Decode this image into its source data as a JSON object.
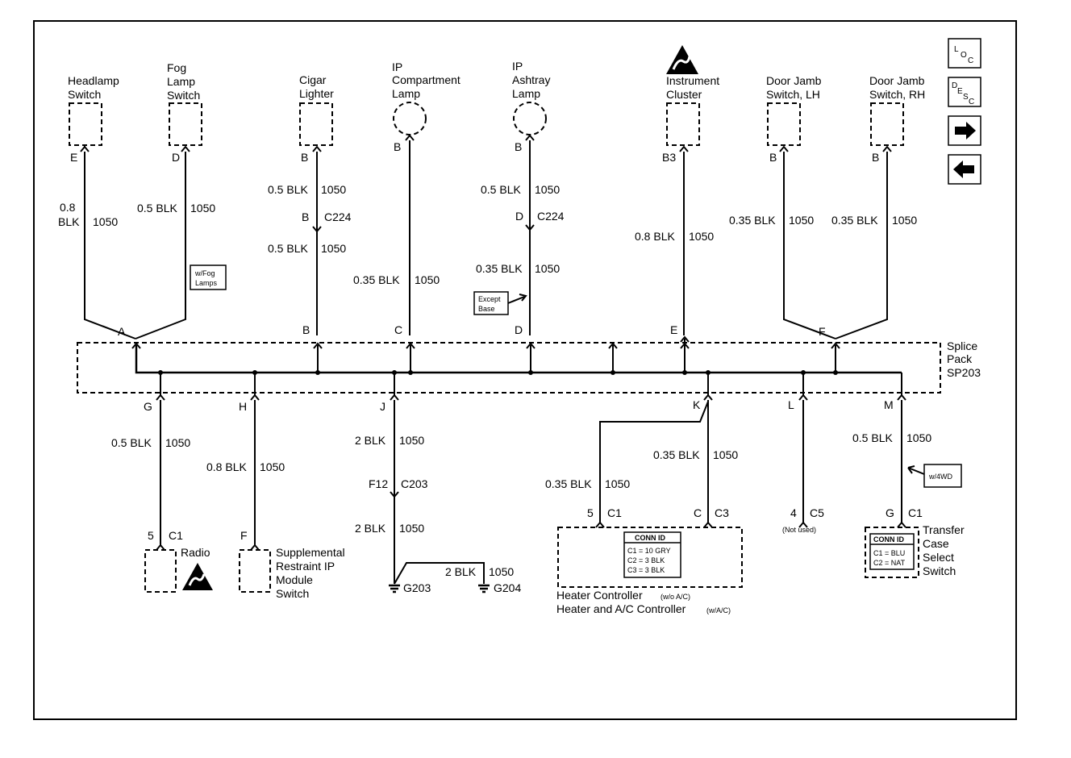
{
  "nav": {
    "loc": [
      "L",
      "O",
      "C"
    ],
    "desc": [
      "D",
      "E",
      "S",
      "C"
    ]
  },
  "components": {
    "headlamp": [
      "Headlamp",
      "Switch"
    ],
    "fog": [
      "Fog",
      "Lamp",
      "Switch"
    ],
    "cigar": [
      "Cigar",
      "Lighter"
    ],
    "ip_comp": [
      "IP",
      "Compartment",
      "Lamp"
    ],
    "ip_ash": [
      "IP",
      "Ashtray",
      "Lamp"
    ],
    "cluster": [
      "Instrument",
      "Cluster"
    ],
    "dj_lh": [
      "Door Jamb",
      "Switch, LH"
    ],
    "dj_rh": [
      "Door Jamb",
      "Switch, RH"
    ],
    "splice": [
      "Splice",
      "Pack",
      "SP203"
    ],
    "radio": "Radio",
    "srs": [
      "Supplemental",
      "Restraint IP",
      "Module",
      "Switch"
    ],
    "heater": "Heater Controller",
    "heater_note": "(w/o A/C)",
    "heater_ac": "Heater and A/C Controller",
    "heater_ac_note": "(w/A/C)",
    "transfer": [
      "Transfer",
      "Case",
      "Select",
      "Switch"
    ]
  },
  "pins_top": {
    "headlamp": "E",
    "fog": "D",
    "cigar": "B",
    "ip_comp": "B",
    "ip_ash": "B",
    "cluster": "B3",
    "dj_lh": "B",
    "dj_rh": "B"
  },
  "splice_pins": {
    "A": "A",
    "B": "B",
    "C": "C",
    "D": "D",
    "E": "E",
    "F": "F",
    "G": "G",
    "H": "H",
    "J": "J",
    "K": "K",
    "L": "L",
    "M": "M"
  },
  "wires": {
    "headlamp": [
      "0.8",
      "BLK",
      "1050"
    ],
    "fog": [
      "0.5 BLK",
      "1050"
    ],
    "cigar_1": [
      "0.5 BLK",
      "1050"
    ],
    "cigar_conn": [
      "B",
      "C224"
    ],
    "cigar_2": [
      "0.5 BLK",
      "1050"
    ],
    "ip_comp": [
      "0.35 BLK",
      "1050"
    ],
    "ip_ash_1": [
      "0.5 BLK",
      "1050"
    ],
    "ip_ash_conn": [
      "D",
      "C224"
    ],
    "ip_ash_2": [
      "0.35 BLK",
      "1050"
    ],
    "cluster": [
      "0.8 BLK",
      "1050"
    ],
    "dj_lh": [
      "0.35 BLK",
      "1050"
    ],
    "dj_rh": [
      "0.35 BLK",
      "1050"
    ],
    "radio": [
      "0.5 BLK",
      "1050"
    ],
    "srs": [
      "0.8 BLK",
      "1050"
    ],
    "ground_1": [
      "2 BLK",
      "1050"
    ],
    "ground_conn": [
      "F12",
      "C203"
    ],
    "ground_2": [
      "2 BLK",
      "1050"
    ],
    "ground_3": [
      "2 BLK",
      "1050"
    ],
    "heater_1": [
      "0.35 BLK",
      "1050"
    ],
    "heater_2": [
      "0.35 BLK",
      "1050"
    ],
    "transfer": [
      "0.5 BLK",
      "1050"
    ]
  },
  "bottom_pins": {
    "radio": [
      "5",
      "C1"
    ],
    "srs": "F",
    "heater_1": [
      "5",
      "C1"
    ],
    "heater_2": [
      "C",
      "C3"
    ],
    "l_pin": [
      "4",
      "C5"
    ],
    "not_used": "(Not used)",
    "transfer": [
      "G",
      "C1"
    ]
  },
  "grounds": {
    "g203": "G203",
    "g204": "G204"
  },
  "notes": {
    "fog": [
      "w/Fog",
      "Lamps"
    ],
    "ash": [
      "Except",
      "Base"
    ],
    "wd": "w/4WD"
  },
  "conn_heater": {
    "title": "CONN ID",
    "rows": [
      "C1 = 10 GRY",
      "C2 = 3 BLK",
      "C3 = 3 BLK"
    ]
  },
  "conn_transfer": {
    "title": "CONN ID",
    "rows": [
      "C1 = BLU",
      "C2 = NAT"
    ]
  }
}
